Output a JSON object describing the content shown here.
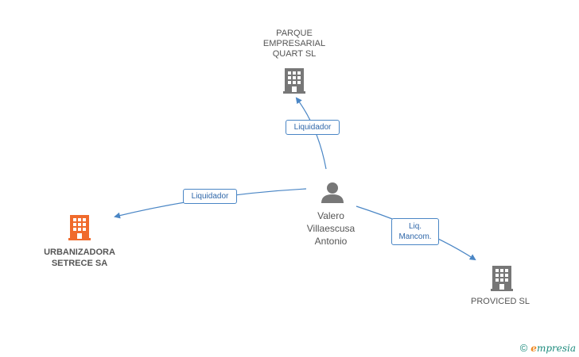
{
  "colors": {
    "edge": "#4a86c5",
    "company": "#777777",
    "company_highlight": "#f06a2c",
    "person": "#777777",
    "label_text": "#2f67a9"
  },
  "nodes": {
    "person": {
      "label_lines": [
        "Valero",
        "Villaescusa",
        "Antonio"
      ],
      "icon": "person-icon"
    },
    "parque": {
      "label_lines": [
        "PARQUE",
        "EMPRESARIAL",
        "QUART SL"
      ],
      "icon": "building-icon"
    },
    "urbanizadora": {
      "label_lines": [
        "URBANIZADORA",
        "SETRECE SA"
      ],
      "icon": "building-icon"
    },
    "proviced": {
      "label_lines": [
        "PROVICED SL"
      ],
      "icon": "building-icon"
    }
  },
  "edges": {
    "parque": {
      "label": "Liquidador"
    },
    "urbanizadora": {
      "label": "Liquidador"
    },
    "proviced": {
      "label_lines": [
        "Liq.",
        "Mancom."
      ]
    }
  },
  "brand": {
    "copyright": "©",
    "name_first": "e",
    "name_rest": "mpresia"
  }
}
